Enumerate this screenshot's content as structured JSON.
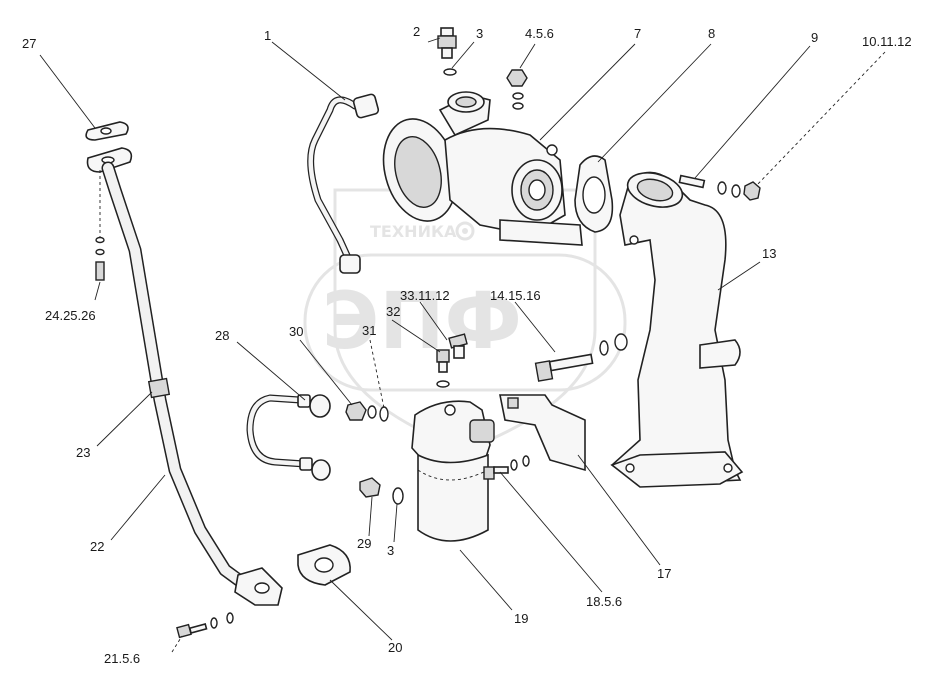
{
  "watermark": {
    "text": "ТЕХНИКА",
    "logo": "ЭПФ",
    "icon": "gear-icon"
  },
  "callouts": [
    {
      "id": "c1",
      "text": "1"
    },
    {
      "id": "c2",
      "text": "2"
    },
    {
      "id": "c3a",
      "text": "3"
    },
    {
      "id": "c456",
      "text": "4.5.6"
    },
    {
      "id": "c7",
      "text": "7"
    },
    {
      "id": "c8",
      "text": "8"
    },
    {
      "id": "c9",
      "text": "9"
    },
    {
      "id": "c101112",
      "text": "10.11.12"
    },
    {
      "id": "c27",
      "text": "27"
    },
    {
      "id": "c13",
      "text": "13"
    },
    {
      "id": "c242526",
      "text": "24.25.26"
    },
    {
      "id": "c331112",
      "text": "33.11.12"
    },
    {
      "id": "c141516",
      "text": "14.15.16"
    },
    {
      "id": "c32",
      "text": "32"
    },
    {
      "id": "c30",
      "text": "30"
    },
    {
      "id": "c31",
      "text": "31"
    },
    {
      "id": "c28",
      "text": "28"
    },
    {
      "id": "c23",
      "text": "23"
    },
    {
      "id": "c22",
      "text": "22"
    },
    {
      "id": "c29",
      "text": "29"
    },
    {
      "id": "c3b",
      "text": "3"
    },
    {
      "id": "c17",
      "text": "17"
    },
    {
      "id": "c1856",
      "text": "18.5.6"
    },
    {
      "id": "c19",
      "text": "19"
    },
    {
      "id": "c20",
      "text": "20"
    },
    {
      "id": "c2156",
      "text": "21.5.6"
    }
  ]
}
